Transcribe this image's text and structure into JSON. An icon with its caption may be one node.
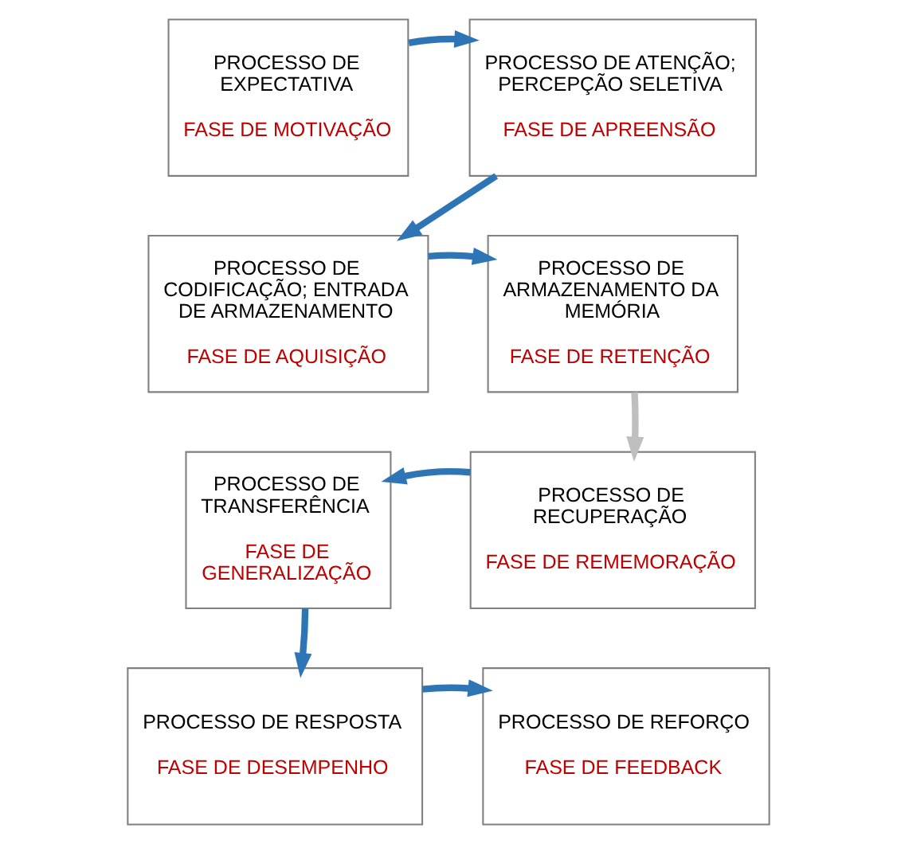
{
  "diagram": {
    "nodes": [
      {
        "text": [
          "PROCESSO DE EXPECTATIVA",
          "FASE DE MOTIVAÇÃO"
        ]
      },
      {
        "text": [
          "PROCESSO DE ATENÇÃO; PERCEPÇÃO SELETIVA",
          "FASE DE APREENSÃO"
        ]
      },
      {
        "text": [
          "PROCESSO DE CODIFICAÇÃO; ENTRADA DE ARMAZENAMENTO",
          "FASE DE AQUISIÇÃO"
        ]
      },
      {
        "text": [
          "PROCESSO DE ARMAZENAMENTO DA MEMÓRIA",
          "FASE DE RETENÇÃO"
        ]
      },
      {
        "text": [
          "PROCESSO DE RECUPERAÇÃO",
          "FASE DE REMEMORAÇÃO"
        ]
      },
      {
        "text": [
          "PROCESSO DE TRANSFERÊNCIA",
          "FASE DE GENERALIZAÇÃO"
        ]
      },
      {
        "text": [
          "PROCESSO DE RESPOSTA",
          "FASE DE DESEMPENHO"
        ]
      },
      {
        "text": [
          "PROCESSO DE REFORÇO",
          "FASE DE FEEDBACK"
        ]
      }
    ],
    "edges": [
      {
        "from": 0,
        "to": 1,
        "arrow": "to"
      },
      {
        "from": 1,
        "to": 2,
        "arrow": "to"
      },
      {
        "from": 2,
        "to": 3,
        "arrow": "to"
      },
      {
        "from": 3,
        "to": 4,
        "arrow": "to",
        "color": "#bfbfbf"
      },
      {
        "from": 4,
        "to": 5,
        "arrow": "to"
      },
      {
        "from": 5,
        "to": 6,
        "arrow": "to"
      },
      {
        "from": 6,
        "to": 7,
        "arrow": "to"
      }
    ]
  }
}
